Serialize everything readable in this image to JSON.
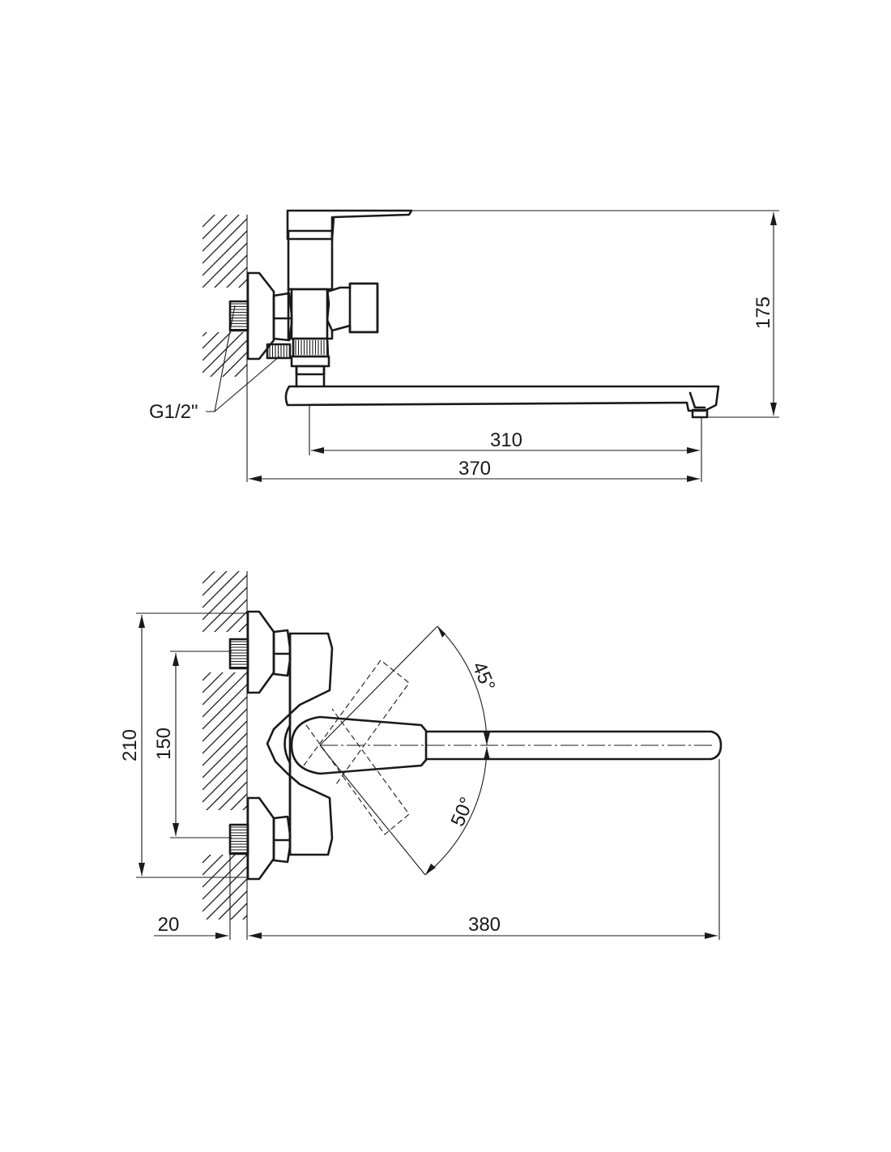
{
  "side_view": {
    "dim_spout_reach": "310",
    "dim_total_length": "370",
    "dim_height": "175",
    "thread_label": "G1/2\""
  },
  "top_view": {
    "dim_total_height": "210",
    "dim_center_distance": "150",
    "dim_offset": "20",
    "dim_total_length": "380",
    "angle_upper": "45°",
    "angle_lower": "50°"
  }
}
